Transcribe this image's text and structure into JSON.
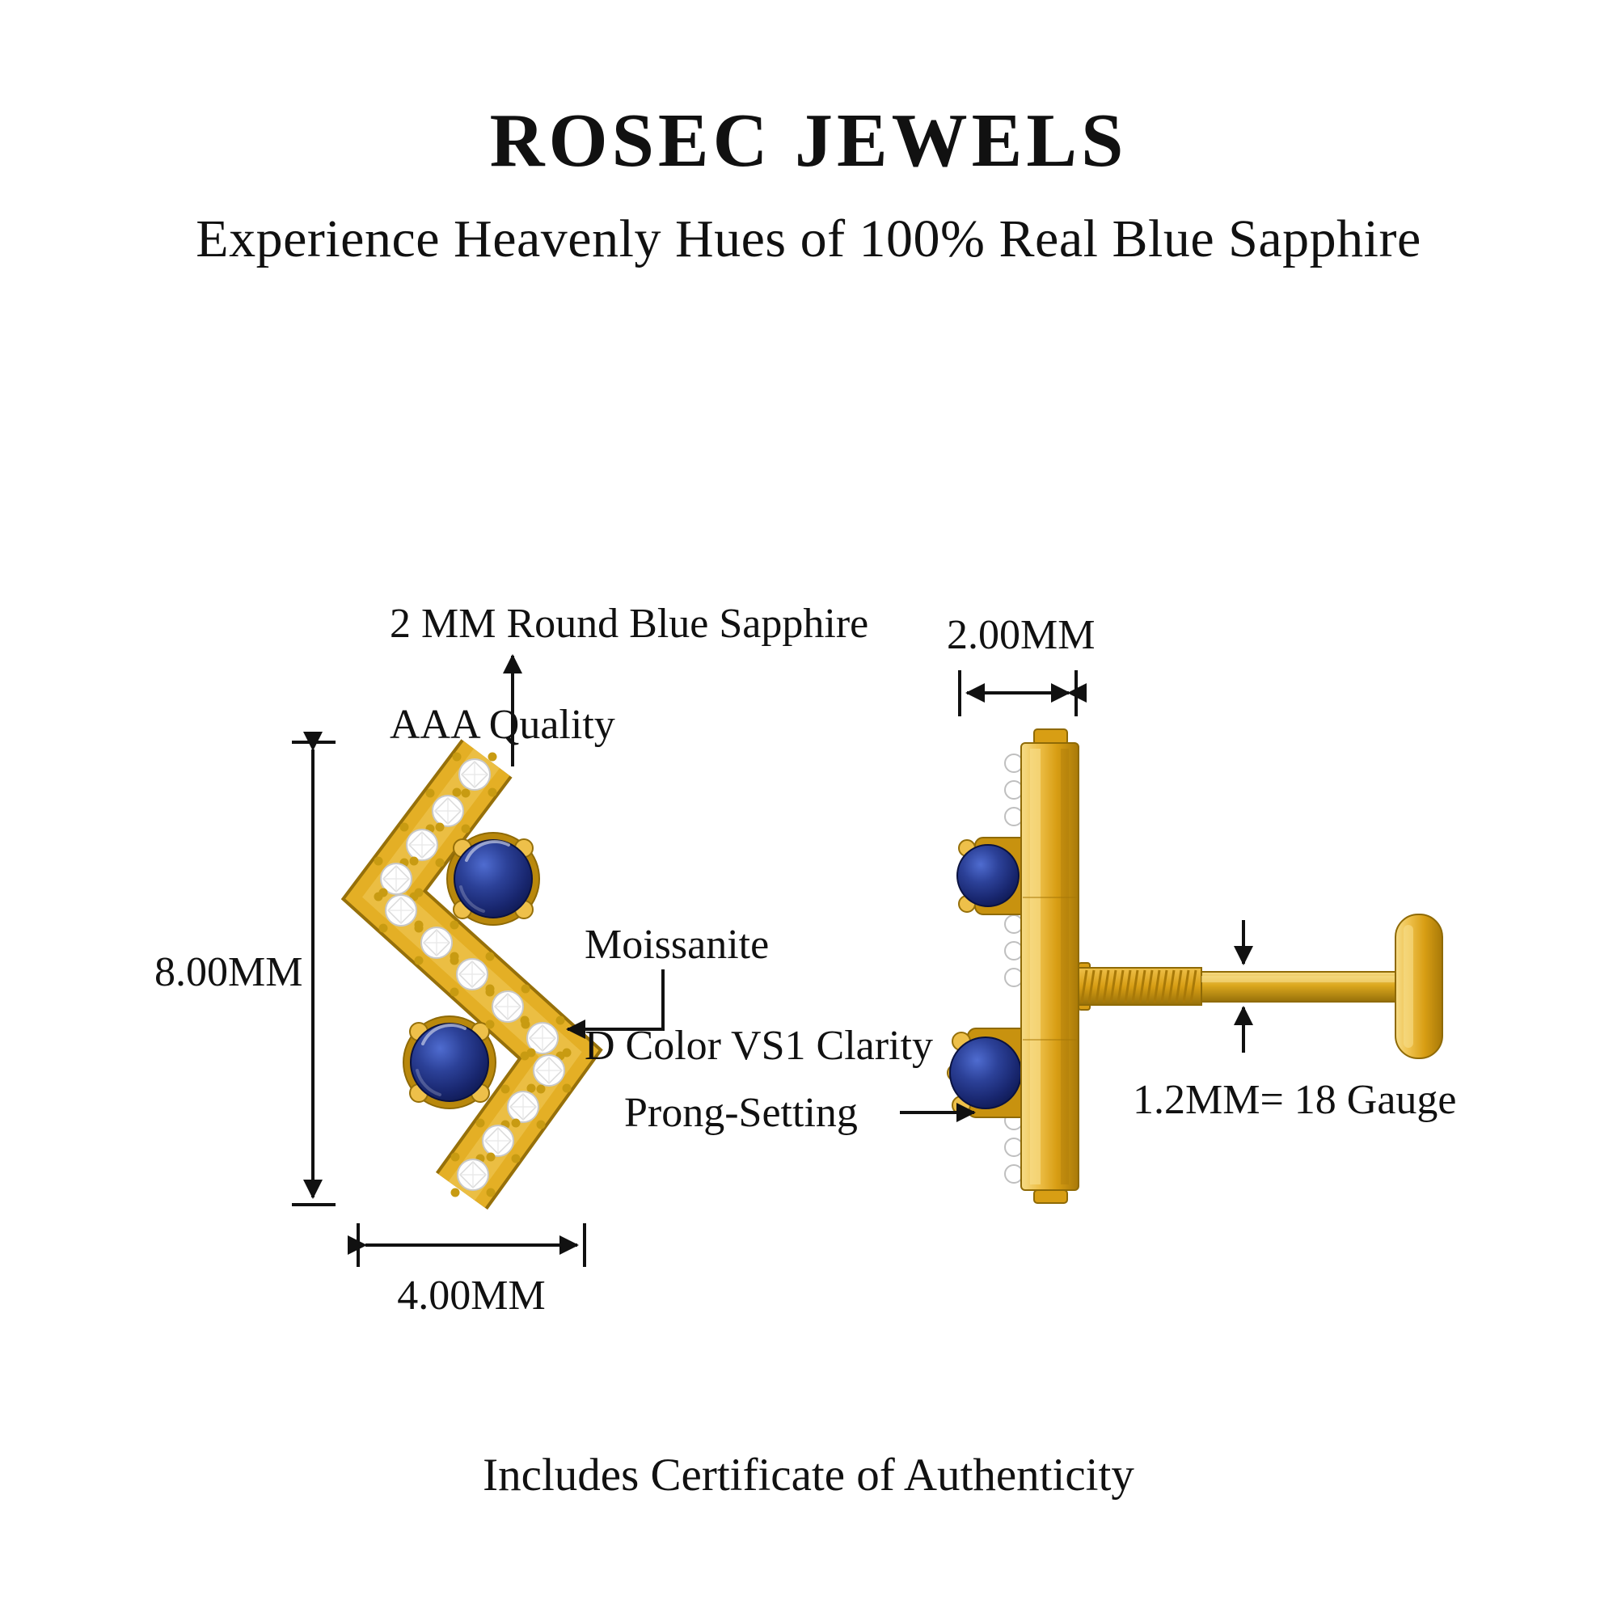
{
  "header": {
    "brand": "ROSEC JEWELS",
    "tagline": "Experience Heavenly Hues of 100% Real Blue Sapphire"
  },
  "front_view": {
    "stone_label_line1": "2 MM Round Blue Sapphire",
    "stone_label_line2": "AAA Quality",
    "moissanite_label_line1": "Moissanite",
    "moissanite_label_line2": "D Color VS1 Clarity",
    "dim_height": "8.00MM",
    "dim_width": "4.00MM"
  },
  "side_view": {
    "dim_width": "2.00MM",
    "prong_label": "Prong-Setting",
    "gauge_label": "1.2MM= 18 Gauge"
  },
  "footer": {
    "certificate": "Includes Certificate of Authenticity"
  },
  "colors": {
    "gold": "#E4AF25",
    "gold_dark": "#96700a",
    "gold_light": "#F6DC88",
    "sapphire": "#1B2C6B",
    "sapphire_dark": "#0a1240",
    "diamond": "#FFFFFF",
    "annotation_line": "#111111"
  }
}
